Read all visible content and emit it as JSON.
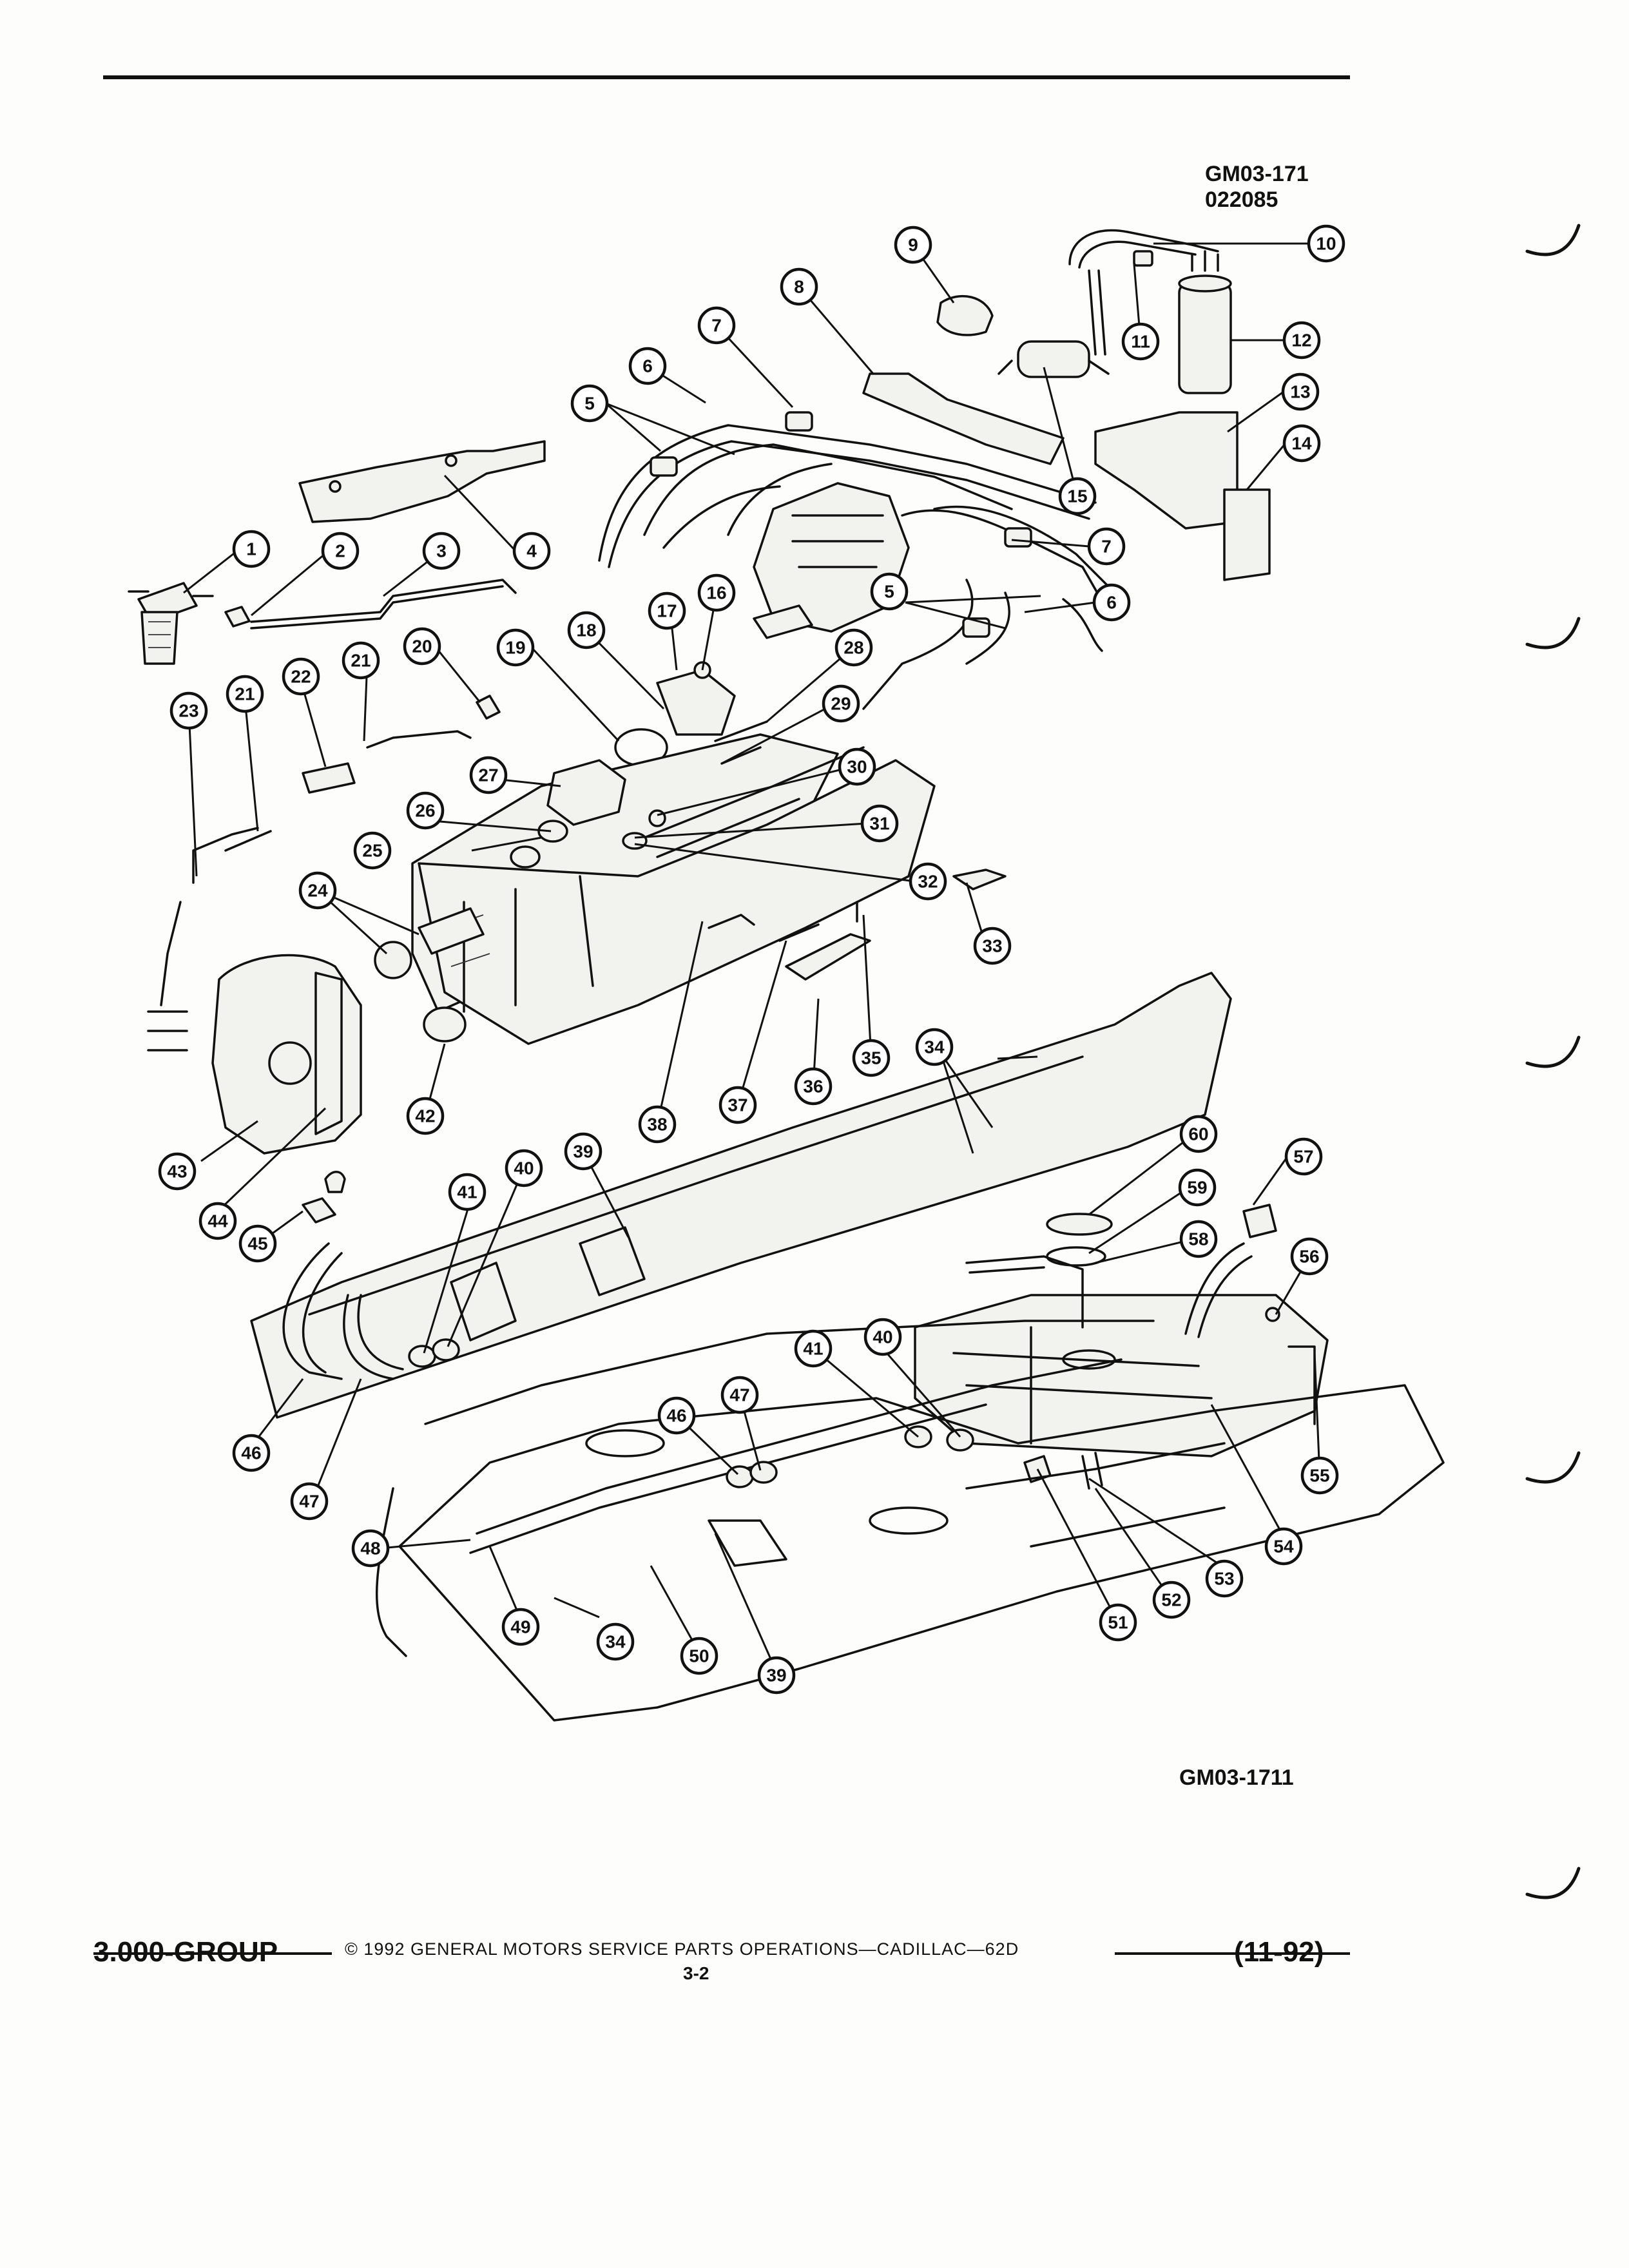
{
  "document": {
    "figure_id_top": "GM03-171",
    "figure_id_top_line2": "022085",
    "figure_id_bottom": "GM03-1711",
    "footer": {
      "group": "3.000-GROUP",
      "copyright": "© 1992 GENERAL MOTORS SERVICE PARTS OPERATIONS—CADILLAC—62D",
      "page": "3-2",
      "revision": "(11-92)"
    }
  },
  "callouts": {
    "c1": "1",
    "c2": "2",
    "c3": "3",
    "c4": "4",
    "c5a": "5",
    "c5b": "5",
    "c6a": "6",
    "c6b": "6",
    "c7a": "7",
    "c7b": "7",
    "c8": "8",
    "c9": "9",
    "c10": "10",
    "c11": "11",
    "c12": "12",
    "c13": "13",
    "c14": "14",
    "c15": "15",
    "c16": "16",
    "c17": "17",
    "c18": "18",
    "c19": "19",
    "c20": "20",
    "c21a": "21",
    "c21b": "21",
    "c22": "22",
    "c23": "23",
    "c24": "24",
    "c25": "25",
    "c26": "26",
    "c27": "27",
    "c28": "28",
    "c29": "29",
    "c30": "30",
    "c31": "31",
    "c32": "32",
    "c33": "33",
    "c34a": "34",
    "c34b": "34",
    "c35": "35",
    "c36": "36",
    "c37": "37",
    "c38": "38",
    "c39a": "39",
    "c39b": "39",
    "c40a": "40",
    "c40b": "40",
    "c41a": "41",
    "c41b": "41",
    "c42": "42",
    "c43": "43",
    "c44": "44",
    "c45": "45",
    "c46a": "46",
    "c46b": "46",
    "c47a": "47",
    "c47b": "47",
    "c48": "48",
    "c49": "49",
    "c50": "50",
    "c51": "51",
    "c52": "52",
    "c53": "53",
    "c54": "54",
    "c55": "55",
    "c56": "56",
    "c57": "57",
    "c58": "58",
    "c59": "59",
    "c60": "60"
  }
}
